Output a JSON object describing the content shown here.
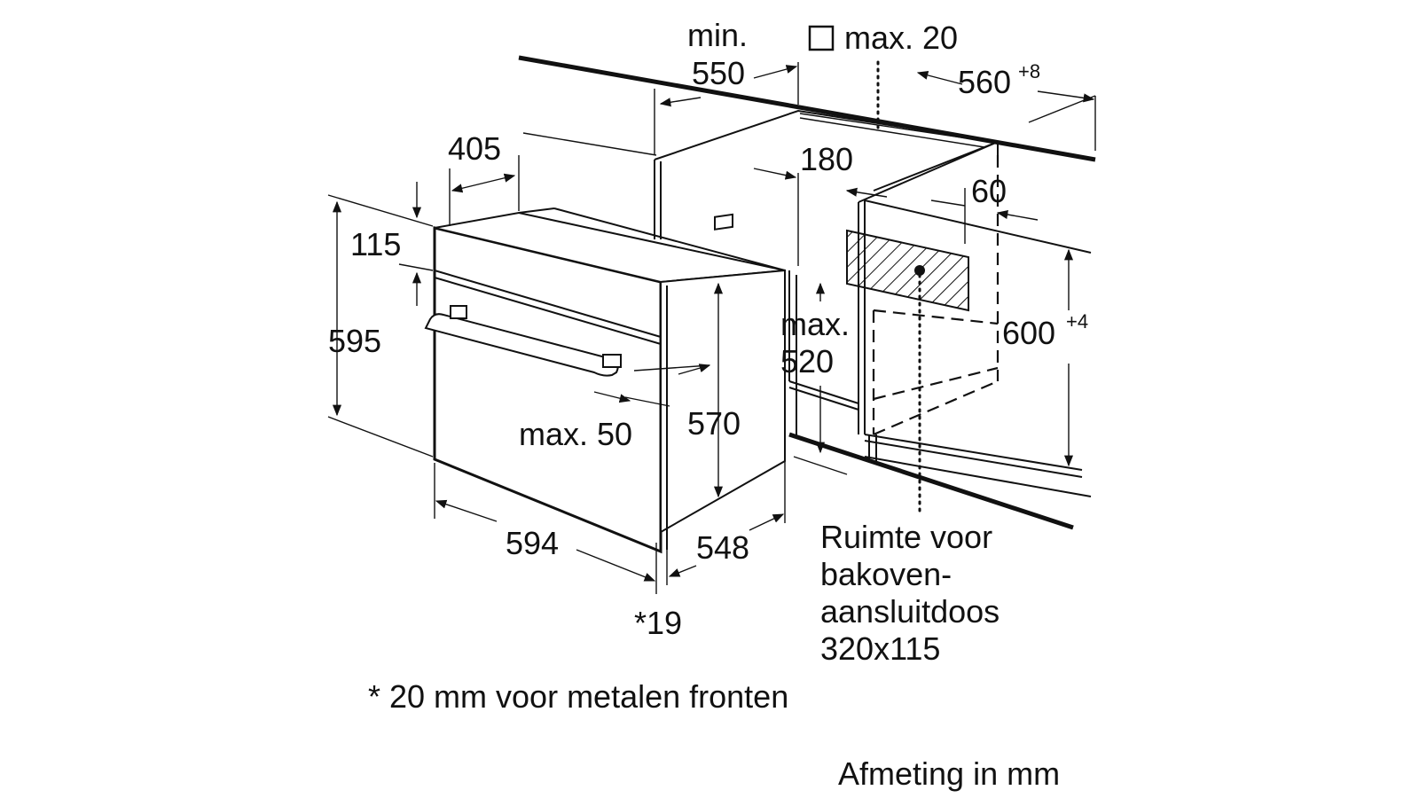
{
  "labels": {
    "min": "min.",
    "d550": "550",
    "max20": "max. 20",
    "d560": "560",
    "d560_tol": "+8",
    "d405": "405",
    "d180": "180",
    "d60": "60",
    "d115": "115",
    "d595": "595",
    "max520_a": "max.",
    "max520_b": "520",
    "d600": "600",
    "d600_tol": "+4",
    "max50": "max. 50",
    "d570": "570",
    "d594": "594",
    "d548": "548",
    "d19": "*19"
  },
  "notes": {
    "socket_line1": "Ruimte voor",
    "socket_line2": "bakoven-",
    "socket_line3": "aansluitdoos",
    "socket_line4": "320x115",
    "footnote": "* 20 mm voor metalen fronten",
    "units": "Afmeting in mm"
  },
  "icons": {
    "square": "square-symbol-icon"
  }
}
